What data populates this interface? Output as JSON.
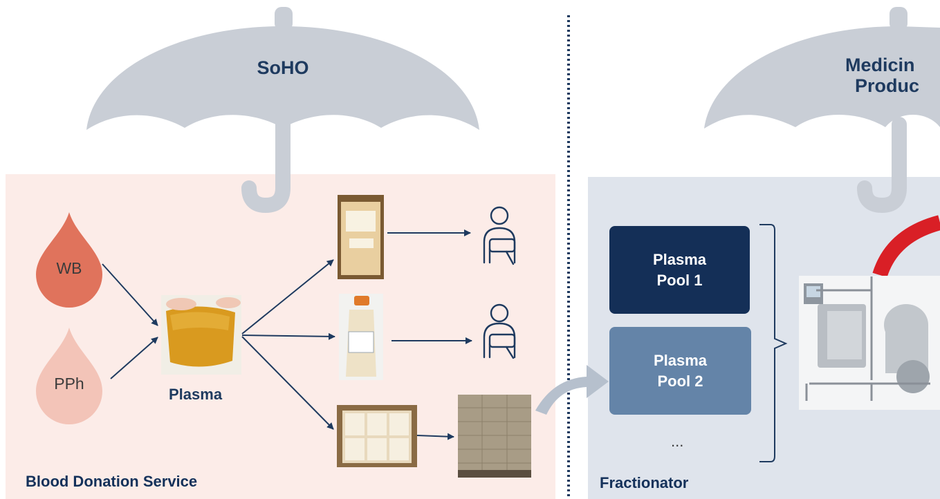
{
  "umbrellas": {
    "left_title": "SoHO",
    "right_title_line1": "Medicin",
    "right_title_line2": "Produc"
  },
  "left_panel": {
    "label": "Blood Donation Service",
    "sources": [
      "WB",
      "PPh"
    ],
    "center_label": "Plasma"
  },
  "right_panel": {
    "label": "Fractionator",
    "pools": [
      {
        "line1": "Plasma",
        "line2": "Pool 1"
      },
      {
        "line1": "Plasma",
        "line2": "Pool 2"
      }
    ],
    "ellipsis": "..."
  },
  "colors": {
    "navy": "#1e3a5f",
    "umbrella_gray": "#c9ced6",
    "left_bg": "#fcece8",
    "right_bg": "#dfe4ec",
    "drop_wb": "#e0735c",
    "drop_pph": "#f3c4b8",
    "pool1": "#142f57",
    "pool2": "#6484a8",
    "pipe_red": "#d91f26"
  }
}
